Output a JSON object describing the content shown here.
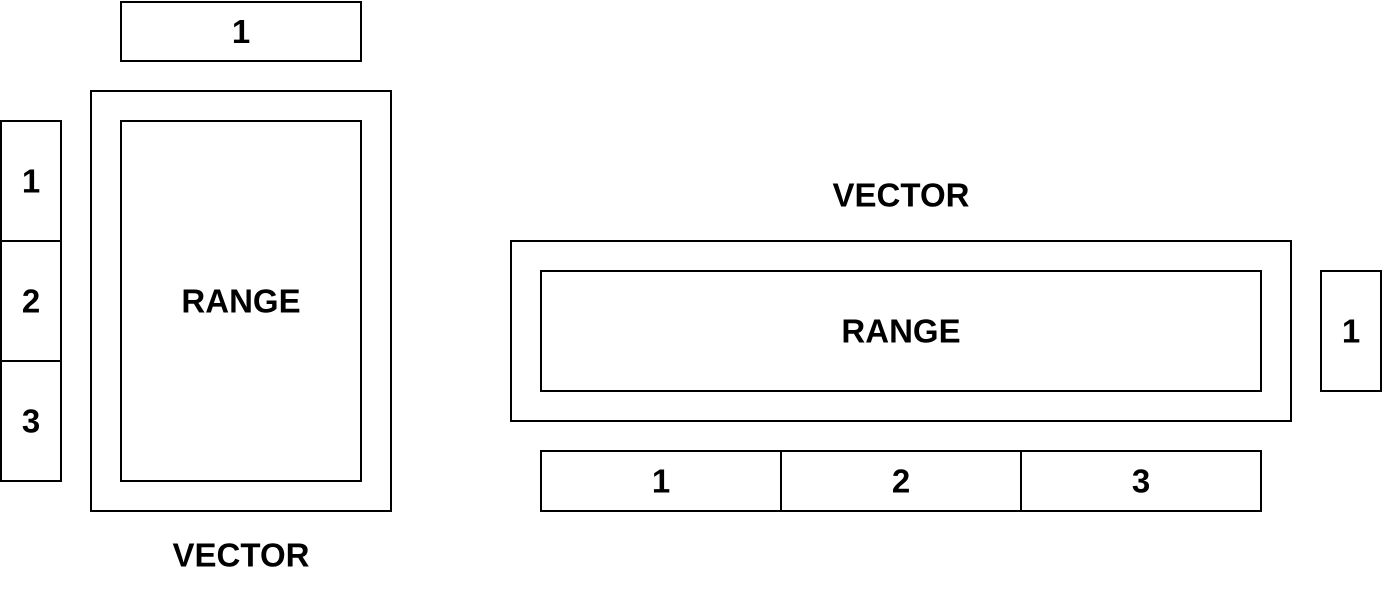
{
  "colors": {
    "stroke": "#000000",
    "fill": "#ffffff",
    "text": "#000000"
  },
  "vertical_layout": {
    "top_cell": "1",
    "side_cells": [
      "1",
      "2",
      "3"
    ],
    "range_label": "RANGE",
    "vector_label": "VECTOR"
  },
  "horizontal_layout": {
    "vector_label": "VECTOR",
    "range_label": "RANGE",
    "side_cell": "1",
    "bottom_cells": [
      "1",
      "2",
      "3"
    ]
  }
}
